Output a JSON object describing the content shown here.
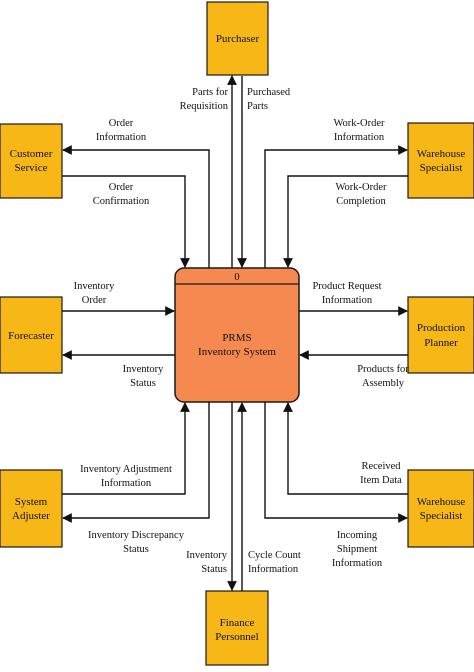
{
  "process": {
    "number": "0",
    "name_line1": "PRMS",
    "name_line2": "Inventory System"
  },
  "entities": {
    "purchaser": [
      "Purchaser"
    ],
    "customer_service": [
      "Customer",
      "Service"
    ],
    "warehouse_top": [
      "Warehouse",
      "Specialist"
    ],
    "forecaster": [
      "Forecaster"
    ],
    "production_planner": [
      "Production",
      "Planner"
    ],
    "system_adjuster": [
      "System",
      "Adjuster"
    ],
    "warehouse_bottom": [
      "Warehouse",
      "Specialist"
    ],
    "finance": [
      "Finance",
      "Personnel"
    ]
  },
  "flows": {
    "parts_for_requisition": [
      "Parts for",
      "Requisition"
    ],
    "purchased_parts": [
      "Purchased",
      "Parts"
    ],
    "order_information": [
      "Order",
      "Information"
    ],
    "order_confirmation": [
      "Order",
      "Confirmation"
    ],
    "work_order_information": [
      "Work-Order",
      "Information"
    ],
    "work_order_completion": [
      "Work-Order",
      "Completion"
    ],
    "inventory_order": [
      "Inventory",
      "Order"
    ],
    "inventory_status_left": [
      "Inventory",
      "Status"
    ],
    "product_request_information": [
      "Product Request",
      "Information"
    ],
    "products_for_assembly": [
      "Products for",
      "Assembly"
    ],
    "inventory_adjustment_information": [
      "Inventory Adjustment",
      "Information"
    ],
    "inventory_discrepancy_status": [
      "Inventory Discrepancy",
      "Status"
    ],
    "received_item_data": [
      "Received",
      "Item Data"
    ],
    "incoming_shipment_information": [
      "Incoming",
      "Shipment",
      "Information"
    ],
    "inventory_status_bottom": [
      "Inventory",
      "Status"
    ],
    "cycle_count_information": [
      "Cycle Count",
      "Information"
    ]
  }
}
